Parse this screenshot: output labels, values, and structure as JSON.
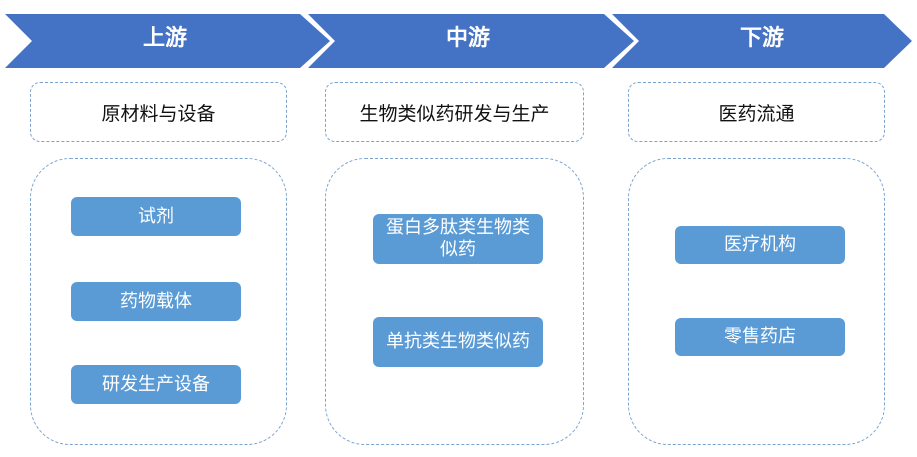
{
  "colors": {
    "arrow": "#4472c4",
    "item": "#5b9bd5",
    "border": "#7aa3cf",
    "text_on_fill": "#ffffff"
  },
  "stages": [
    {
      "label": "上游",
      "title": "原材料与设备",
      "items": [
        "试剂",
        "药物载体",
        "研发生产设备"
      ]
    },
    {
      "label": "中游",
      "title": "生物类似药研发与生产",
      "items": [
        "蛋白多肽类生物类似药",
        "单抗类生物类似药"
      ]
    },
    {
      "label": "下游",
      "title": "医药流通",
      "items": [
        "医疗机构",
        "零售药店"
      ]
    }
  ]
}
